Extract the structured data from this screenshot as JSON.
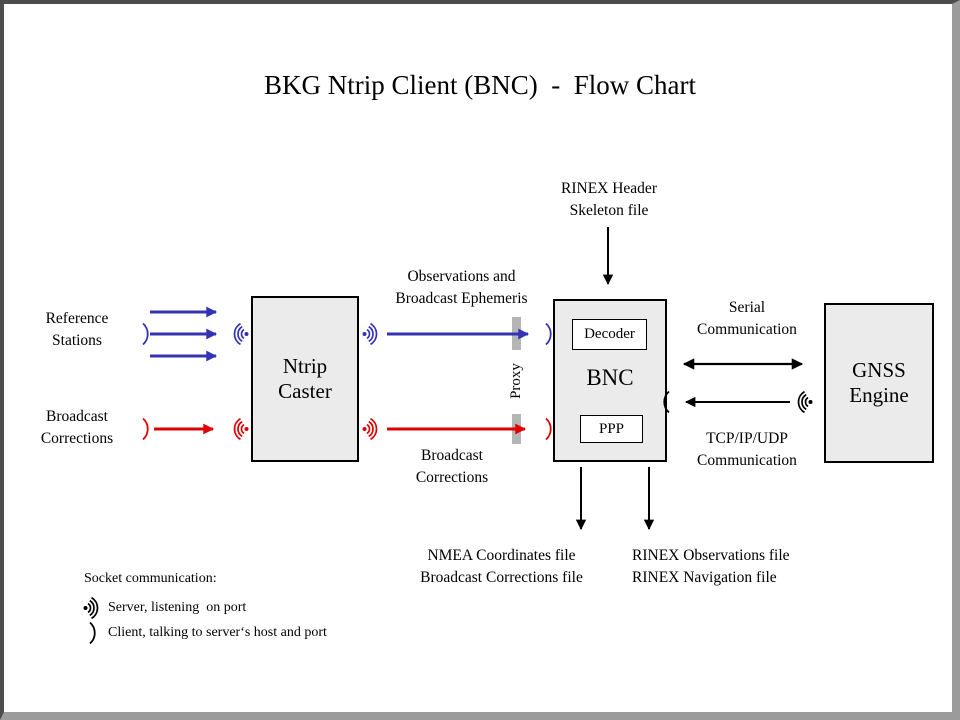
{
  "title": "BKG Ntrip Client (BNC)  -  Flow Chart",
  "boxes": {
    "ntrip_caster": {
      "label": "Ntrip\nCaster"
    },
    "bnc": {
      "label": "BNC",
      "decoder": "Decoder",
      "ppp": "PPP"
    },
    "gnss_engine": {
      "label": "GNSS\nEngine"
    }
  },
  "labels": {
    "reference_stations": "Reference\nStations",
    "broadcast_corrections_source": "Broadcast\nCorrections",
    "observations_ephemeris": "Observations and\nBroadcast Ephemeris",
    "broadcast_corrections_stream": "Broadcast\nCorrections",
    "rinex_header_skeleton": "RINEX Header\nSkeleton file",
    "serial_communication": "Serial\nCommunication",
    "tcp_udp_communication": "TCP/IP/UDP\nCommunication",
    "proxy": "Proxy",
    "nmea_output_files": "NMEA Coordinates file\nBroadcast Corrections file",
    "rinex_output_files": "RINEX Observations file\nRINEX Navigation file"
  },
  "legend": {
    "title": "Socket communication:",
    "server": "Server, listening  on port",
    "client": "Client, talking to server‘s host and port"
  },
  "icons": {
    "socket_server": "sound-wave-server-icon",
    "socket_client": "arc-client-icon"
  },
  "colors": {
    "blue": "#3333b4",
    "red": "#dd0000",
    "black": "#000000",
    "box_fill": "#ebebeb",
    "proxy_bar": "#b5b5b5",
    "frame_dark": "#4d4d4d",
    "frame_light": "#9b9b9b"
  }
}
